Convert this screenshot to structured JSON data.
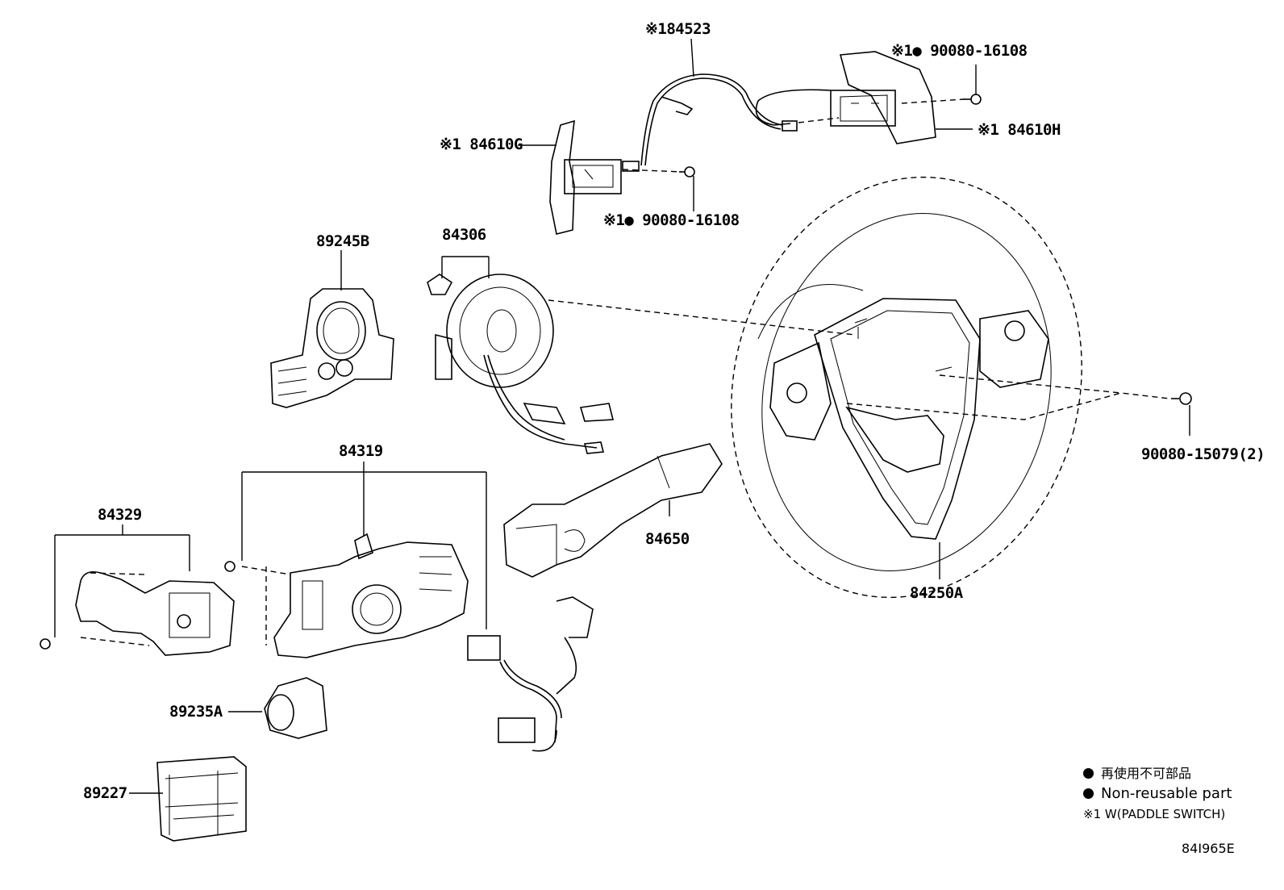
{
  "callouts": {
    "p84523": "※184523",
    "p84610h": "※1 84610H",
    "p84610g": "※1 84610G",
    "clip_top": "※1● 90080-16108",
    "clip_mid": "※1● 90080-16108",
    "p89245b": "89245B",
    "p84306": "84306",
    "p84319": "84319",
    "p84329": "84329",
    "p84650": "84650",
    "p84250a": "84250A",
    "p90080_15079": "90080-15079(2)",
    "p89235a": "89235A",
    "p89227": "89227"
  },
  "legend": {
    "jp_label": "再使用不可部品",
    "en_label": "Non-reusable part",
    "note": "※1 W(PADDLE SWITCH)"
  },
  "figure_code": "84I965E"
}
